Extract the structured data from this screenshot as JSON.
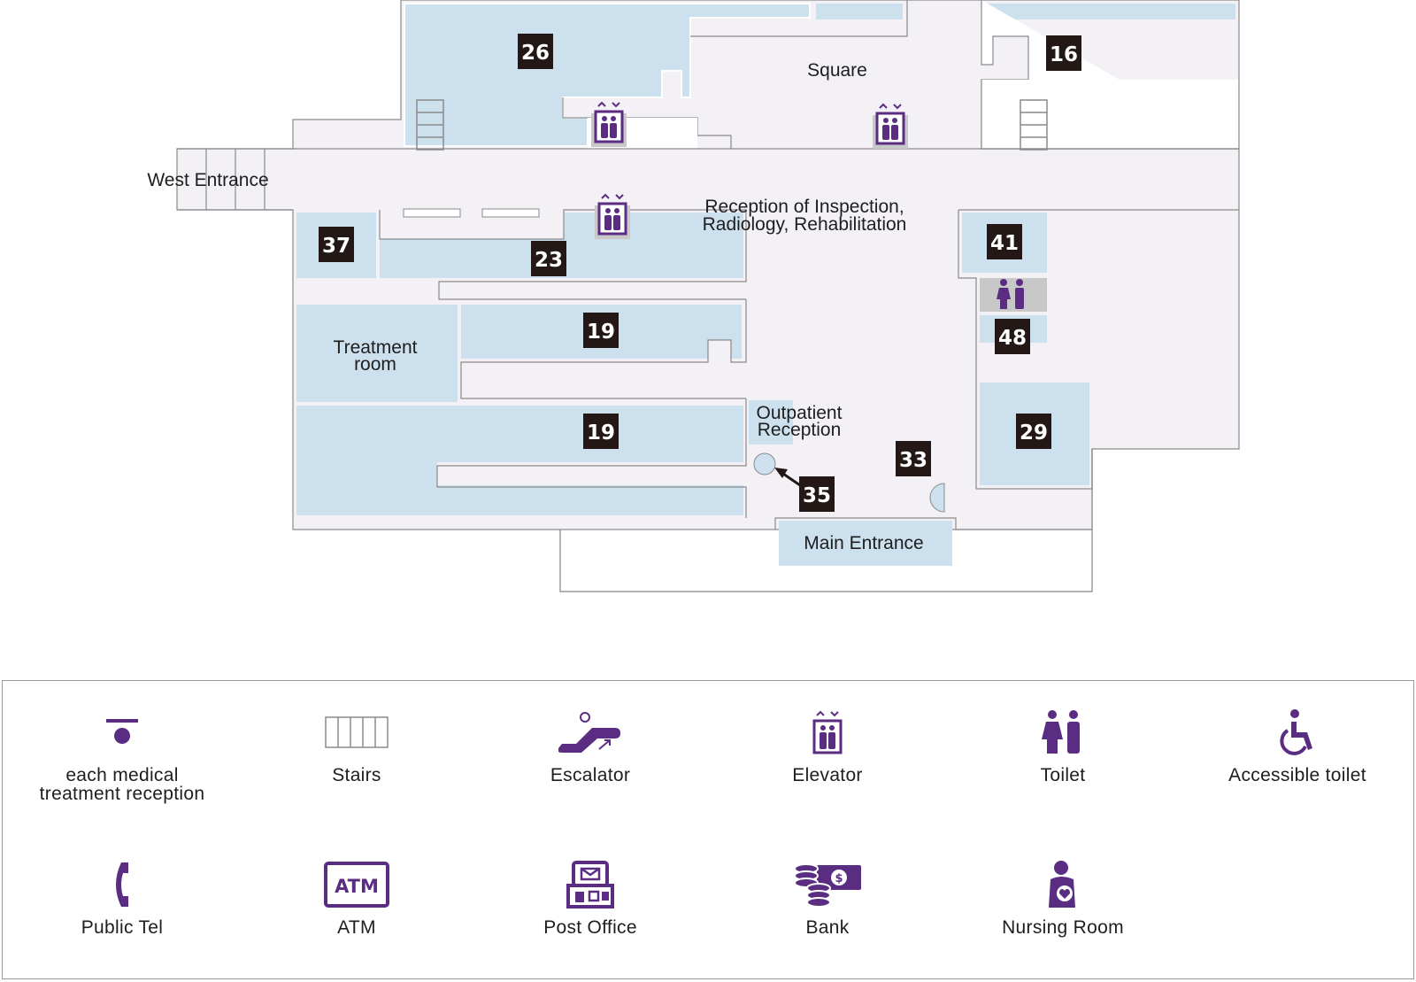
{
  "map": {
    "labels": {
      "west_entrance": "West Entrance",
      "square": "Square",
      "reception_line1": "Reception of Inspection,",
      "reception_line2": "Radiology, Rehabilitation",
      "treatment_line1": "Treatment",
      "treatment_line2": "room",
      "outpatient_line1": "Outpatient",
      "outpatient_line2": "Reception",
      "main_entrance": "Main Entrance"
    },
    "badges": {
      "b26": "26",
      "b16": "16",
      "b37": "37",
      "b23": "23",
      "b41": "41",
      "b48": "48",
      "b19a": "19",
      "b19b": "19",
      "b29": "29",
      "b33": "33",
      "b35": "35"
    },
    "colors": {
      "room": "#cde0ee",
      "corridor": "#f3f1f5",
      "outline": "#8a8a8a",
      "badge": "#231815",
      "icon": "#5a2d82",
      "toilet_bg": "#c8c8c8"
    }
  },
  "legend": {
    "items": [
      {
        "icon": "medical-reception-icon",
        "label": "each medical\ntreatment reception"
      },
      {
        "icon": "stairs-icon",
        "label": "Stairs"
      },
      {
        "icon": "escalator-icon",
        "label": "Escalator"
      },
      {
        "icon": "elevator-icon",
        "label": "Elevator"
      },
      {
        "icon": "toilet-icon",
        "label": "Toilet"
      },
      {
        "icon": "accessible-toilet-icon",
        "label": "Accessible toilet"
      },
      {
        "icon": "public-tel-icon",
        "label": "Public Tel"
      },
      {
        "icon": "atm-icon",
        "label": "ATM"
      },
      {
        "icon": "post-office-icon",
        "label": "Post Office"
      },
      {
        "icon": "bank-icon",
        "label": "Bank"
      },
      {
        "icon": "nursing-room-icon",
        "label": "Nursing Room"
      }
    ],
    "atm_text": "ATM"
  }
}
